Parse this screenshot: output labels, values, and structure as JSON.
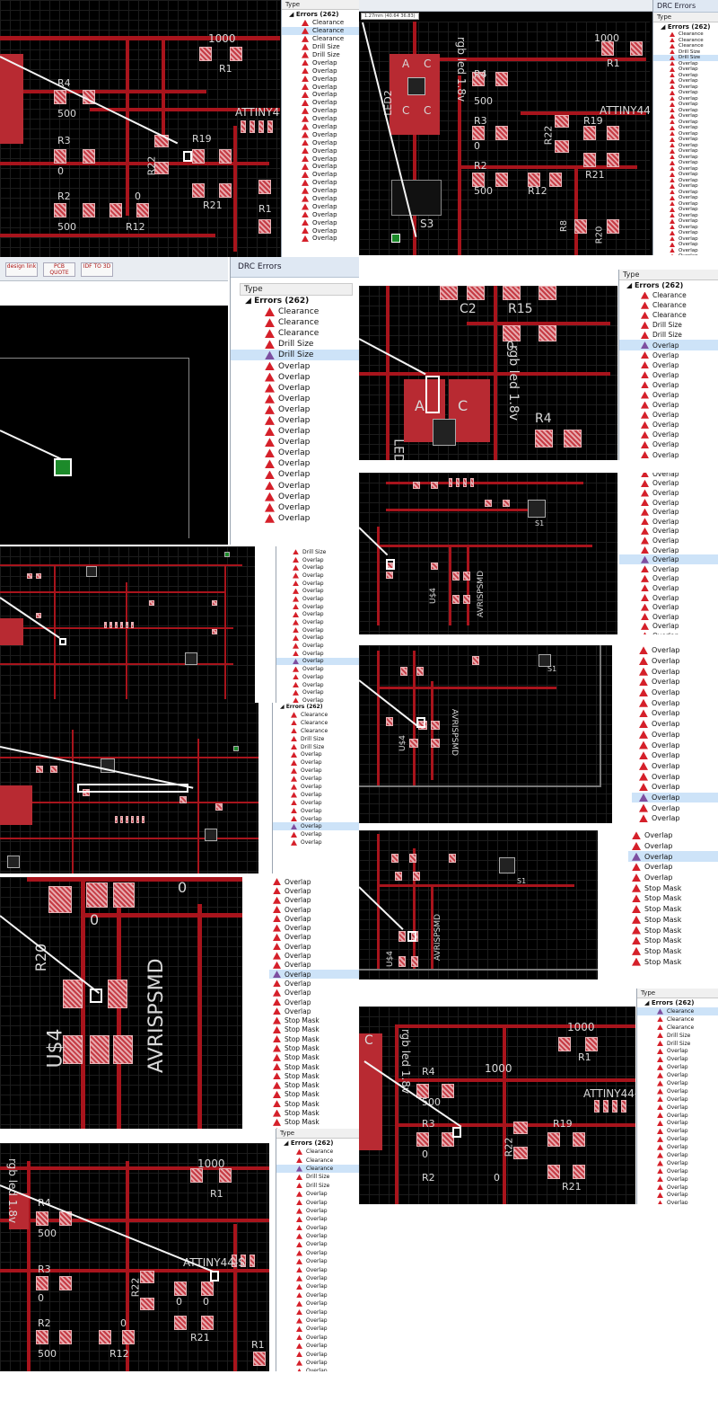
{
  "panel": {
    "drc_title": "DRC Errors",
    "type_header": "Type",
    "errors_group": "Errors (262)"
  },
  "tool": {
    "design_link": "design link",
    "pcb_quote": "PCB QUOTE",
    "idf_to_3d": "IDF TO 3D",
    "coord_readout": "1.27mm (40.64 36.83)"
  },
  "labels": {
    "r1": "R1",
    "r2": "R2",
    "r3": "R3",
    "r4": "R4",
    "r8": "R8",
    "r12": "R12",
    "r15": "R15",
    "r19": "R19",
    "r20": "R20",
    "r21": "R21",
    "r22": "R22",
    "v1000": "1000",
    "v500": "500",
    "v0": "0",
    "attiny": "ATTINY44-S",
    "rgbled": "rgb led 1.8v",
    "led": "LED",
    "led2": "LED2",
    "s1": "S1",
    "s3": "S3",
    "c2": "C2",
    "a": "A",
    "c": "C",
    "avrisp": "AVRISPSMD",
    "u4": "U$4"
  },
  "lists": {
    "a": [
      "Clearance",
      "Clearance",
      "Clearance",
      "Drill Size",
      "Drill Size",
      "Overlap",
      "Overlap",
      "Overlap",
      "Overlap",
      "Overlap",
      "Overlap",
      "Overlap",
      "Overlap",
      "Overlap",
      "Overlap",
      "Overlap",
      "Overlap",
      "Overlap",
      "Overlap",
      "Overlap",
      "Overlap",
      "Overlap",
      "Overlap",
      "Overlap",
      "Overlap",
      "Overlap",
      "Overlap",
      "Overlap"
    ],
    "b": [
      "Clearance",
      "Clearance",
      "Clearance",
      "Drill Size",
      "Drill Size",
      "Overlap",
      "Overlap",
      "Overlap",
      "Overlap",
      "Overlap",
      "Overlap",
      "Overlap",
      "Overlap",
      "Overlap",
      "Overlap",
      "Overlap",
      "Overlap",
      "Overlap",
      "Overlap",
      "Overlap",
      "Overlap",
      "Overlap",
      "Overlap",
      "Overlap",
      "Overlap",
      "Overlap",
      "Overlap",
      "Overlap",
      "Overlap",
      "Overlap",
      "Overlap",
      "Overlap",
      "Overlap",
      "Overlap",
      "Overlap",
      "Overlap",
      "Overlap",
      "Overlap",
      "Overlap",
      "Overlap"
    ],
    "c": [
      "Clearance",
      "Clearance",
      "Clearance",
      "Drill Size",
      "Drill Size",
      "Overlap",
      "Overlap",
      "Overlap",
      "Overlap",
      "Overlap",
      "Overlap",
      "Overlap",
      "Overlap",
      "Overlap",
      "Overlap",
      "Overlap",
      "Overlap",
      "Overlap",
      "Overlap",
      "Overlap"
    ],
    "d": [
      "Clearance",
      "Clearance",
      "Clearance",
      "Drill Size",
      "Drill Size",
      "Overlap",
      "Overlap",
      "Overlap",
      "Overlap",
      "Overlap",
      "Overlap",
      "Overlap",
      "Overlap",
      "Overlap",
      "Overlap",
      "Overlap",
      "Overlap"
    ],
    "e": [
      "Overlap",
      "Overlap",
      "Overlap",
      "Overlap",
      "Overlap",
      "Overlap",
      "Overlap",
      "Overlap",
      "Overlap",
      "Overlap",
      "Overlap",
      "Overlap",
      "Overlap",
      "Overlap",
      "Overlap",
      "Overlap",
      "Overlap",
      "Overlap",
      "Overlap"
    ],
    "f": [
      "Drill Size",
      "Overlap",
      "Overlap",
      "Overlap",
      "Overlap",
      "Overlap",
      "Overlap",
      "Overlap",
      "Overlap",
      "Overlap",
      "Overlap",
      "Overlap",
      "Overlap",
      "Overlap",
      "Overlap",
      "Overlap",
      "Overlap",
      "Overlap",
      "Overlap",
      "Overlap"
    ],
    "g": [
      "Overlap",
      "Overlap",
      "Overlap",
      "Overlap",
      "Overlap",
      "Overlap",
      "Overlap",
      "Overlap",
      "Overlap",
      "Overlap",
      "Overlap",
      "Overlap",
      "Overlap",
      "Overlap",
      "Overlap",
      "Overlap",
      "Overlap",
      "Overlap"
    ],
    "h": [
      "Clearance",
      "Clearance",
      "Clearance",
      "Drill Size",
      "Drill Size",
      "Overlap",
      "Overlap",
      "Overlap",
      "Overlap",
      "Overlap",
      "Overlap",
      "Overlap",
      "Overlap",
      "Overlap",
      "Overlap",
      "Overlap",
      "Overlap",
      "Overlap",
      "Overlap",
      "Overlap"
    ],
    "i": [
      "Overlap",
      "Overlap",
      "Overlap",
      "Overlap",
      "Overlap",
      "Overlap",
      "Overlap",
      "Overlap",
      "Overlap",
      "Overlap",
      "Overlap",
      "Overlap",
      "Overlap",
      "Overlap",
      "Overlap",
      "Stop Mask",
      "Stop Mask",
      "Stop Mask",
      "Stop Mask",
      "Stop Mask",
      "Stop Mask",
      "Stop Mask",
      "Stop Mask",
      "Stop Mask",
      "Stop Mask",
      "Stop Mask",
      "Stop Mask",
      "Stop Mask",
      "Stop Mask"
    ],
    "j": [
      "Overlap",
      "Overlap",
      "Overlap",
      "Overlap",
      "Overlap",
      "Stop Mask",
      "Stop Mask",
      "Stop Mask",
      "Stop Mask",
      "Stop Mask",
      "Stop Mask",
      "Stop Mask",
      "Stop Mask"
    ],
    "k": [
      "Clearance",
      "Clearance",
      "Clearance",
      "Drill Size",
      "Drill Size",
      "Overlap",
      "Overlap",
      "Overlap",
      "Overlap",
      "Overlap",
      "Overlap",
      "Overlap",
      "Overlap",
      "Overlap",
      "Overlap",
      "Overlap",
      "Overlap",
      "Overlap",
      "Overlap",
      "Overlap",
      "Overlap",
      "Overlap",
      "Overlap",
      "Overlap",
      "Overlap",
      "Overlap"
    ],
    "l": [
      "Clearance",
      "Clearance",
      "Clearance",
      "Drill Size",
      "Drill Size",
      "Overlap",
      "Overlap",
      "Overlap",
      "Overlap",
      "Overlap",
      "Overlap",
      "Overlap",
      "Overlap",
      "Overlap",
      "Overlap",
      "Overlap",
      "Overlap",
      "Overlap",
      "Overlap",
      "Overlap",
      "Overlap",
      "Overlap",
      "Overlap",
      "Overlap",
      "Overlap",
      "Overlap",
      "Overlap"
    ]
  },
  "colors": {
    "board": "#000000",
    "trace": "#a8141c",
    "pad": "#c53b44",
    "warning": "#d5202a",
    "selected_row": "#cde3f8",
    "selected_warning": "#7d4fa0"
  },
  "icons": {
    "warning": "warning-triangle-icon",
    "tree_expand": "tree-expand-icon"
  }
}
